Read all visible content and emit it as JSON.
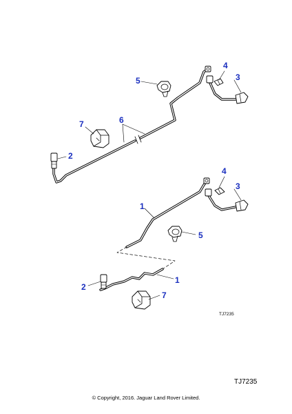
{
  "diagram": {
    "callouts": {
      "top_5": "5",
      "top_4": "4",
      "top_3": "3",
      "top_7": "7",
      "top_6": "6",
      "top_2": "2",
      "bottom_4": "4",
      "bottom_3": "3",
      "bottom_1a": "1",
      "bottom_5": "5",
      "bottom_2": "2",
      "bottom_1b": "1",
      "bottom_7": "7"
    },
    "figure_ref_small": "TJ7235",
    "figure_ref_large": "TJ7235",
    "copyright": "© Copyright, 2016. Jaguar Land Rover Limited.",
    "colors": {
      "callout": "#1a2fbf",
      "line": "#000000",
      "background": "#ffffff"
    }
  }
}
